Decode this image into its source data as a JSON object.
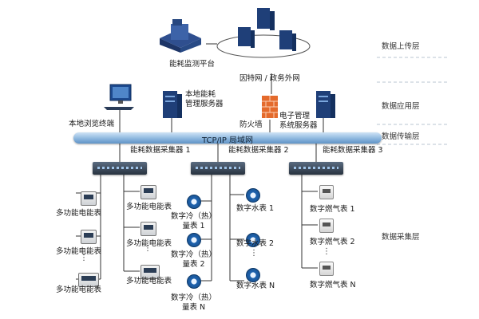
{
  "layers": {
    "upload": "数据上传层",
    "application": "数据应用层",
    "transmission": "数据传输层",
    "collection": "数据采集层"
  },
  "top": {
    "platform": "能耗监测平台",
    "network": "因特网 / 政务外网"
  },
  "app": {
    "browser": "本地浏览终端",
    "local_server": "本地能耗\n管理服务器",
    "firewall": "防火墙",
    "gov_server": "电子管理\n系统服务器"
  },
  "bus": {
    "label": "TCP/IP 局域网"
  },
  "collectors": [
    "能耗数据采集器 1",
    "能耗数据采集器 2",
    "能耗数据采集器 3"
  ],
  "meters": {
    "multi_a": [
      "多功能电能表",
      "多功能电能表",
      "多功能电能表"
    ],
    "multi_b": [
      "多功能电能表",
      "多功能电能表",
      "多功能电能表"
    ],
    "cold_heat": [
      "数字冷（热）\n量表 1",
      "数字冷（热）\n量表 2",
      "数字冷（热）\n量表 N"
    ],
    "water": [
      "数字水表 1",
      "数字水表 2",
      "数字水表 N"
    ],
    "gas": [
      "数字燃气表 1",
      "数字燃气表 2",
      "数字燃气表 N"
    ],
    "ellipsis": "⋮"
  },
  "colors": {
    "bus": "#8db7de",
    "line": "#333333",
    "server": "#1f3f78",
    "firewall": "#e46a2c"
  }
}
